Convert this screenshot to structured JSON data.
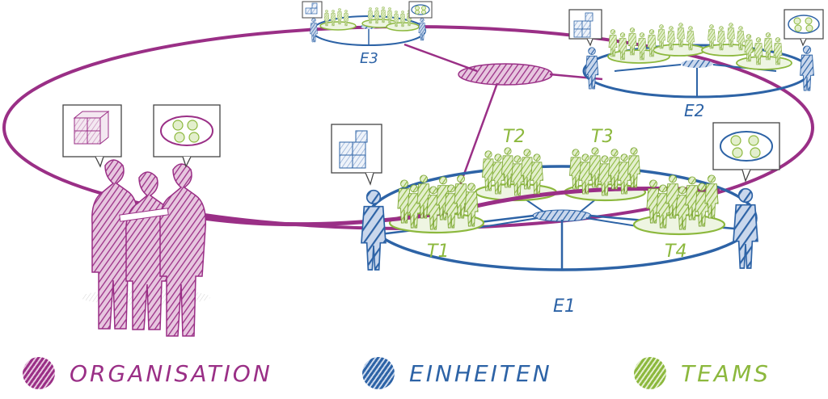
{
  "colors": {
    "organisation": "#9a2f86",
    "einheiten": "#2d63a6",
    "teams": "#8cb83d",
    "people": "#8bb83a"
  },
  "nodes": {
    "e1": "E1",
    "e2": "E2",
    "e3": "E3",
    "t1": "T1",
    "t2": "T2",
    "t3": "T3",
    "t4": "T4"
  },
  "icons": {
    "org_left": "cube-grid-icon",
    "org_right": "circular-teams-icon",
    "e1_left": "cube-stack-icon",
    "e1_right": "circular-teams-icon",
    "e2_left": "cube-stack-icon",
    "e2_right": "circular-teams-icon",
    "e3_left": "cube-stack-icon",
    "e3_right": "circular-teams-icon"
  },
  "legend": {
    "organisation": "ORGANISATION",
    "einheiten": "EINHEITEN",
    "teams": "TEAMS"
  }
}
